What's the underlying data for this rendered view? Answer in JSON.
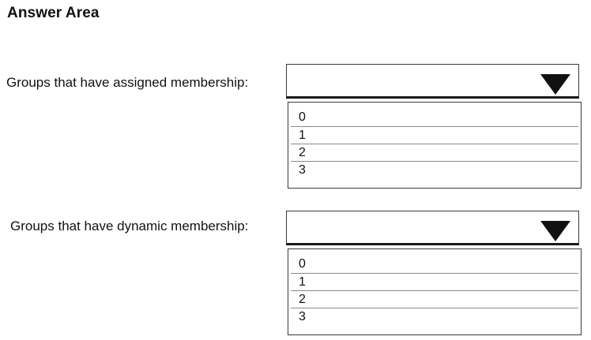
{
  "title": "Answer Area",
  "questions": [
    {
      "label": "Groups that have assigned membership:",
      "options": [
        "0",
        "1",
        "2",
        "3"
      ]
    },
    {
      "label": "Groups that have dynamic membership:",
      "options": [
        "0",
        "1",
        "2",
        "3"
      ]
    }
  ],
  "icons": {
    "dropdown": "triangle-down-icon"
  }
}
